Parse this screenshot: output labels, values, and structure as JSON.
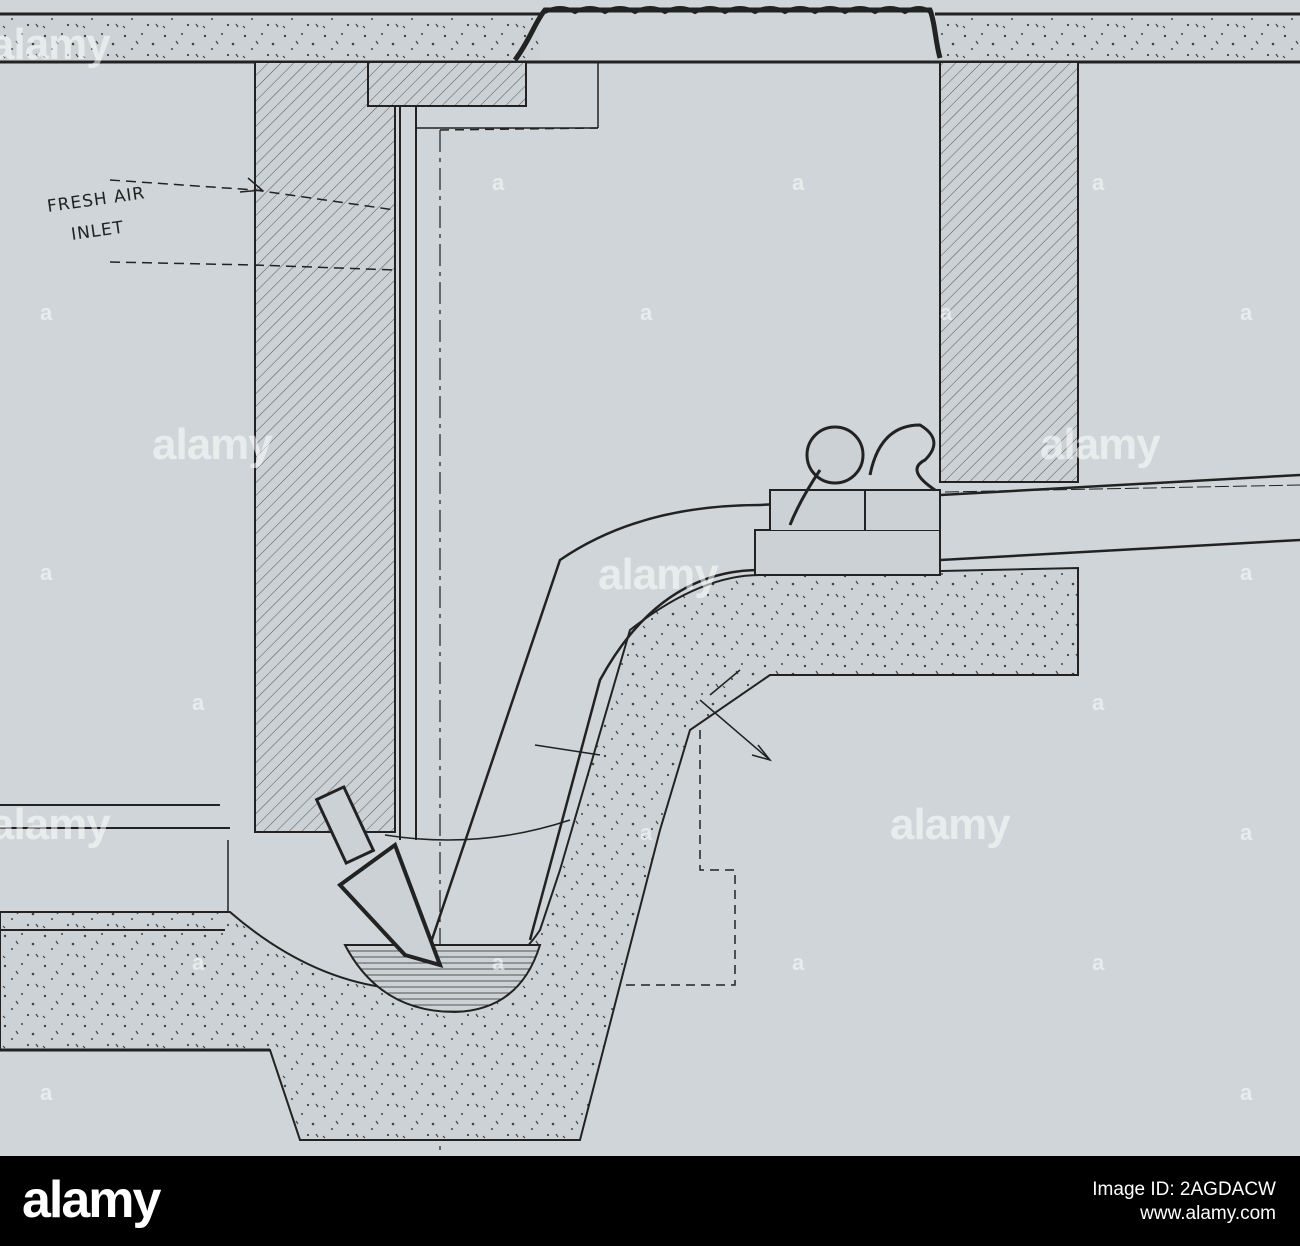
{
  "diagram": {
    "labels": {
      "fresh_air_line1": "FRESH AIR",
      "fresh_air_line2": "INLET"
    },
    "watermark": "alamy",
    "watermark_small": "a"
  },
  "footer": {
    "logo": "alamy",
    "image_id": "Image ID: 2AGDACW",
    "site": "www.alamy.com"
  }
}
